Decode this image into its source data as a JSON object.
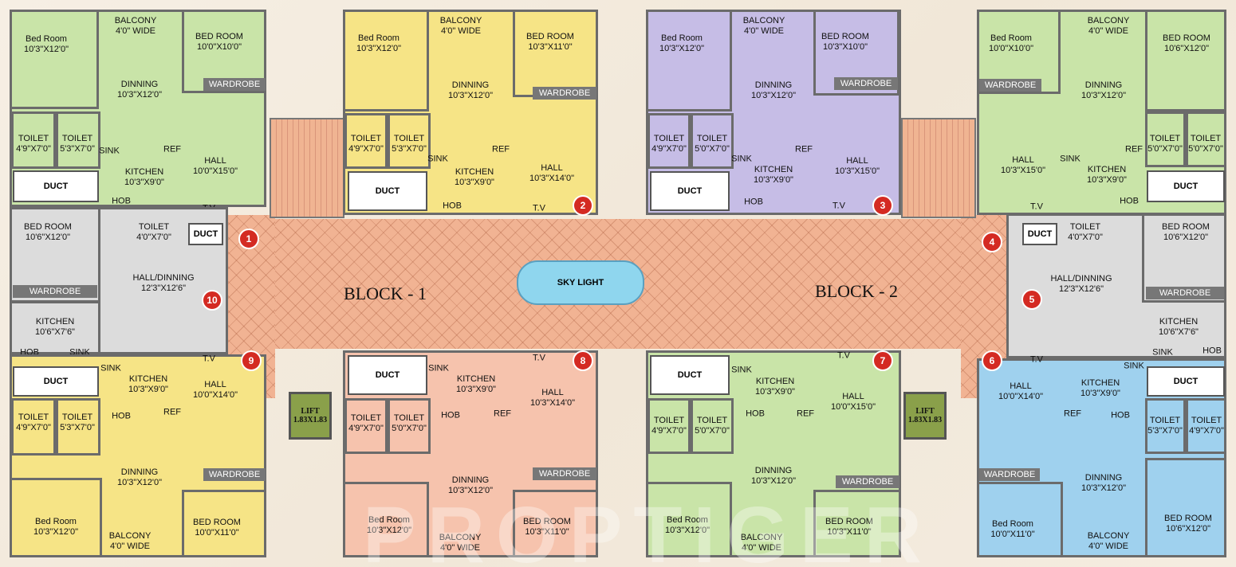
{
  "blocks": {
    "block1": "BLOCK - 1",
    "block2": "BLOCK - 2"
  },
  "skylight": "SKY LIGHT",
  "lift": {
    "label": "LIFT",
    "size": "1.83X1.83"
  },
  "watermark": "PROPTIGER",
  "labels": {
    "duct": "DUCT",
    "wardrobe": "WARDROBE",
    "tv": "T.V",
    "sink": "SINK",
    "hob": "HOB",
    "ref": "REF",
    "bed": "Bed Room",
    "bedU": "BED ROOM",
    "balcony": "BALCONY",
    "balconyW": "4'0\" WIDE",
    "dinning": "DINNING",
    "hall": "HALL",
    "hallDin": "HALL/DINNING",
    "kitchen": "KITCHEN",
    "toilet": "TOILET"
  },
  "dims": {
    "d1030x1200": "10'3\"X12'0\"",
    "d1000x1000": "10'0\"X10'0\"",
    "d1030x1100": "10'3\"X11'0\"",
    "d1030x1000": "10'3\"X10'0\"",
    "d1060x1200": "10'6\"X12'0\"",
    "d1000x1100": "10'0\"X11'0\"",
    "d1000x1500": "10'0\"X15'0\"",
    "d1030x1500": "10'3\"X15'0\"",
    "d1030x1400": "10'3\"X14'0\"",
    "d1000x1400": "10'0\"X14'0\"",
    "d1030x900": "10'3\"X9'0\"",
    "d1230x1260": "12'3\"X12'6\"",
    "d1060x760": "10'6\"X7'6\"",
    "d490x700": "4'9\"X7'0\"",
    "d530x700": "5'3\"X7'0\"",
    "d500x700": "5'0\"X7'0\"",
    "d400x700": "4'0\"X7'0\""
  },
  "flats": [
    "1",
    "2",
    "3",
    "4",
    "5",
    "6",
    "7",
    "8",
    "9",
    "10"
  ],
  "colors": {
    "green": "#c9e4a8",
    "yellow": "#f6e486",
    "violet": "#c6bde6",
    "grey": "#dcdcdc",
    "peach": "#f6c3ad",
    "blue": "#9fd1ee",
    "marker": "#d42a22"
  }
}
